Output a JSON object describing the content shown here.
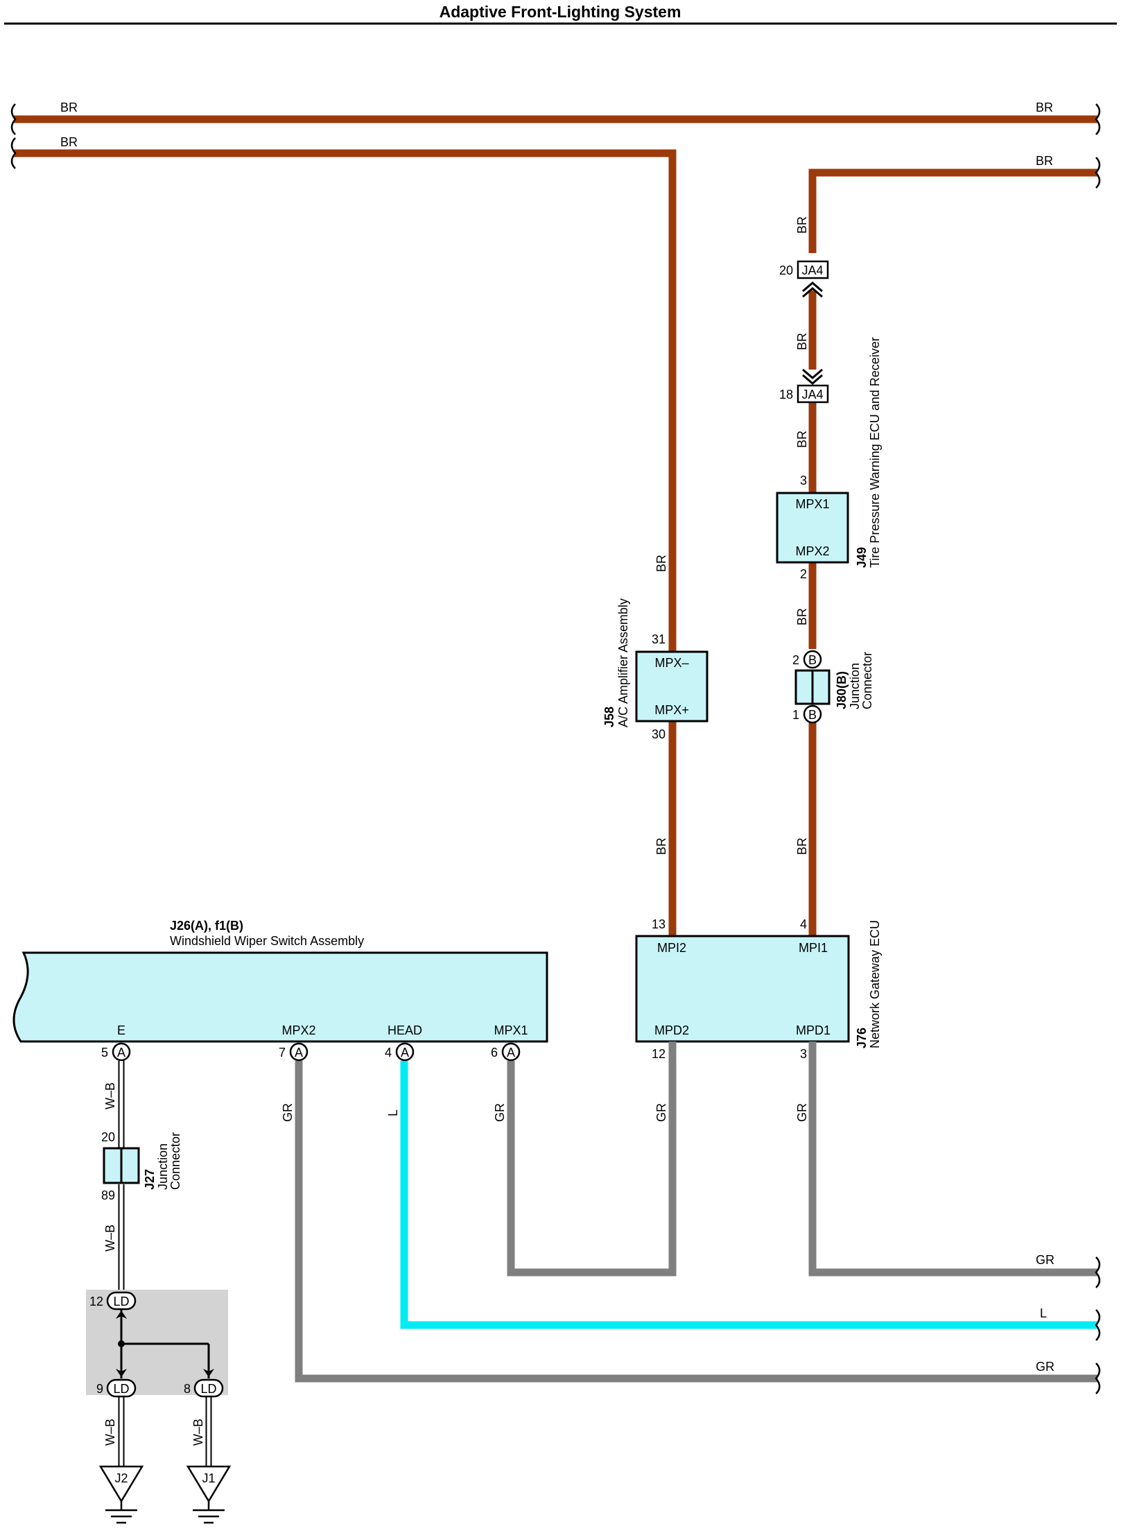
{
  "title": "Adaptive Front-Lighting System",
  "wire_colors": {
    "BR": "#9c3a0c",
    "GR": "#7f7f7f",
    "L": "#00ecf5",
    "W-B": "#000000"
  },
  "box_color": "#c8f4f8",
  "wire_labels": {
    "br_top_left": "BR",
    "br_top_right": "BR",
    "br_second_left": "BR",
    "br_third_right": "BR",
    "br_ja4_upper": "BR",
    "br_ja4_mid": "BR",
    "br_ja4_lower": "BR",
    "br_j49_lower": "BR",
    "br_j80_lower": "BR",
    "br_j58_upper": "BR",
    "br_j58_lower": "BR",
    "wb_upper": "W–B",
    "wb_lower": "W–B",
    "wb_j2": "W–B",
    "wb_j1": "W–B",
    "gr_mpx2": "GR",
    "l_head": "L",
    "gr_mpx1": "GR",
    "gr_mpd2": "GR",
    "gr_mpd1": "GR",
    "gr_right_1": "GR",
    "l_right": "L",
    "gr_right_2": "GR"
  },
  "components": {
    "ja4_upper": {
      "label": "JA4",
      "pin": "20"
    },
    "ja4_lower": {
      "label": "JA4",
      "pin": "18"
    },
    "j49": {
      "code": "J49",
      "name": "Tire Pressure Warning ECU and Receiver",
      "terminals": [
        "MPX1",
        "MPX2"
      ],
      "pins": [
        "3",
        "2"
      ]
    },
    "j80": {
      "code": "J80(B)",
      "name_line1": "Junction",
      "name_line2": "Connector",
      "pins": [
        "2",
        "1"
      ],
      "pin_letter": "B"
    },
    "j58": {
      "code": "J58",
      "name": "A/C Amplifier Assembly",
      "terminals": [
        "MPX–",
        "MPX+"
      ],
      "pins": [
        "31",
        "30"
      ]
    },
    "j76": {
      "code": "J76",
      "name": "Network Gateway ECU",
      "terminals": [
        "MPI2",
        "MPI1",
        "MPD2",
        "MPD1"
      ],
      "pins": [
        "13",
        "4",
        "12",
        "3"
      ]
    },
    "j26": {
      "code": "J26(A), f1(B)",
      "name": "Windshield Wiper Switch Assembly",
      "terminals": [
        "E",
        "MPX2",
        "HEAD",
        "MPX1"
      ],
      "pins": [
        "5",
        "7",
        "4",
        "6"
      ],
      "pin_letter": "A"
    },
    "j27": {
      "code": "J27",
      "name_line1": "Junction",
      "name_line2": "Connector",
      "pins": [
        "20",
        "89"
      ]
    },
    "ld": {
      "label": "LD",
      "pins": [
        "12",
        "9",
        "8"
      ]
    },
    "grounds": [
      "J2",
      "J1"
    ]
  }
}
